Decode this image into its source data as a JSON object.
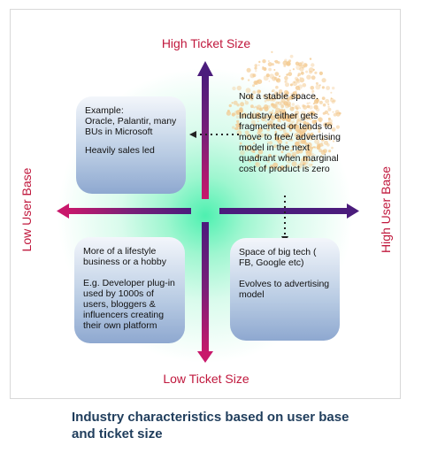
{
  "axes": {
    "top_label": "High Ticket Size",
    "bottom_label": "Low Ticket Size",
    "left_label": "Low User Base",
    "right_label": "High User Base"
  },
  "quadrants": {
    "top_left": {
      "example": "Example:",
      "examples_list": "Oracle, Palantir, many BUs in Microsoft",
      "note": "Heavily sales led"
    },
    "top_right": {
      "line1": "Not a stable space.",
      "line2": "Industry either gets fragmented or tends to move to free/ advertising model in the next quadrant when marginal cost of product is zero"
    },
    "bottom_left": {
      "line1": "More of a lifestyle business  or a hobby",
      "line2": "E.g. Developer plug-in used by 1000s of users, bloggers &  influencers creating their own platform"
    },
    "bottom_right": {
      "line1": "Space of big tech ( FB, Google etc)",
      "line2": "Evolves to advertising model"
    }
  },
  "caption": "Industry characteristics based on user base and ticket size",
  "colors": {
    "axis": "#5c1f7a",
    "axis_gradient_end": "#b8186f",
    "label": "#c0183d",
    "caption": "#1f3d5c",
    "splash": "#f3c98f"
  }
}
